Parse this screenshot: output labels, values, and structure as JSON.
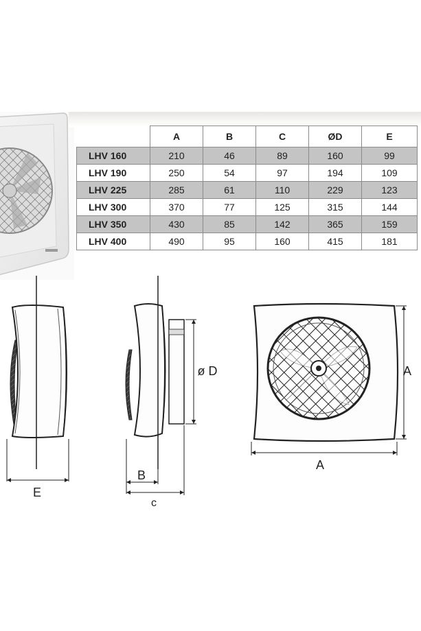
{
  "table": {
    "headers": [
      "A",
      "B",
      "C",
      "ØD",
      "E"
    ],
    "rows": [
      {
        "model": "LHV 160",
        "values": [
          "210",
          "46",
          "89",
          "160",
          "99"
        ]
      },
      {
        "model": "LHV 190",
        "values": [
          "250",
          "54",
          "97",
          "194",
          "109"
        ]
      },
      {
        "model": "LHV 225",
        "values": [
          "285",
          "61",
          "110",
          "229",
          "123"
        ]
      },
      {
        "model": "LHV 300",
        "values": [
          "370",
          "77",
          "125",
          "315",
          "144"
        ]
      },
      {
        "model": "LHV 350",
        "values": [
          "430",
          "85",
          "142",
          "365",
          "159"
        ]
      },
      {
        "model": "LHV 400",
        "values": [
          "490",
          "95",
          "160",
          "415",
          "181"
        ]
      }
    ],
    "shade_color": "#c4c4c4"
  },
  "labels": {
    "E": "E",
    "B": "B",
    "C": "c",
    "D": "ø D",
    "A_height": "A",
    "A_width": "A"
  }
}
